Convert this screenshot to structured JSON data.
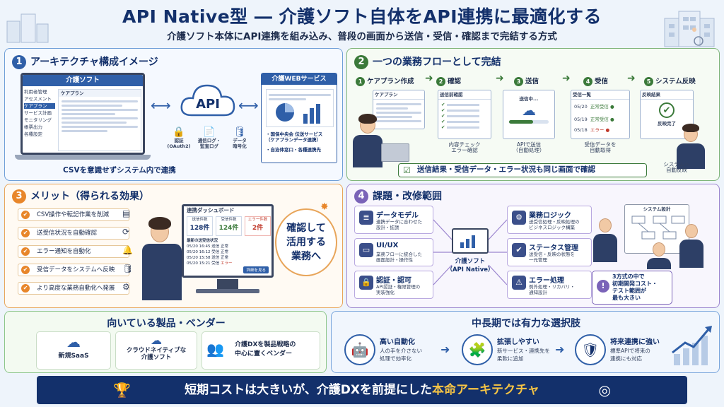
{
  "header": {
    "title": "API Native型 ― 介護ソフト自体をAPI連携に最適化する",
    "subtitle": "介護ソフト本体にAPI連携を組み込み、普段の画面から送信・受信・確認まで完結する方式"
  },
  "s1": {
    "num": "1",
    "title": "アーキテクチャ構成イメージ",
    "laptop_title": "介護ソフト",
    "menu": [
      "利用者管理",
      "アセスメント",
      "ケアプラン",
      "サービス計画",
      "モニタリング",
      "帳票出力",
      "各種設定"
    ],
    "inner_title": "ケアプラン",
    "api_label": "API",
    "api_items": [
      {
        "label": "認証\n(OAuth2)"
      },
      {
        "label": "通信ログ・\n監査ログ"
      },
      {
        "label": "データ\n暗号化"
      }
    ],
    "web_title": "介護WEBサービス",
    "web_items": [
      "・国保中央会 伝送サービス\n（ケアプランデータ連携）",
      "・自治体窓口・各種連携先"
    ],
    "caption": "CSVを意識せずシステム内で連携"
  },
  "s2": {
    "num": "2",
    "title": "一つの業務フローとして完結",
    "steps": [
      {
        "n": "1",
        "label": "ケアプラン作成"
      },
      {
        "n": "2",
        "label": "確認"
      },
      {
        "n": "3",
        "label": "送信"
      },
      {
        "n": "4",
        "label": "受信"
      },
      {
        "n": "5",
        "label": "システム反映"
      }
    ],
    "screen1_title": "ケアプラン",
    "screen2_title": "送信前確認",
    "screen2_caption": "内容チェック\nエラー確認",
    "screen3_title": "送信中...",
    "screen3_caption": "APIで送信\n（自動処理）",
    "screen4_title": "受信一覧",
    "receive_rows": [
      {
        "date": "05/20",
        "status": "正常受信"
      },
      {
        "date": "05/19",
        "status": "正常受信"
      },
      {
        "date": "05/18",
        "status": "エラー"
      }
    ],
    "screen4_caption": "受信データを\n自動取得",
    "screen5_title": "反映結果",
    "screen5_status": "反映完了",
    "screen5_caption": "システムへ\n自動反映",
    "banner": "送信結果・受信データ・エラー状況も同じ画面で確認"
  },
  "s3": {
    "num": "3",
    "title": "メリット（得られる効果）",
    "items": [
      "CSV操作や転記作業を削減",
      "送受信状況を自動確認",
      "エラー通知を自動化",
      "受信データをシステムへ反映",
      "より高度な業務自動化へ発展"
    ],
    "dash_title": "連携ダッシュボード",
    "stats": [
      {
        "label": "送信件数",
        "value": "128件"
      },
      {
        "label": "受信件数",
        "value": "124件"
      },
      {
        "label": "エラー件数",
        "value": "2件"
      }
    ],
    "dash_sub": "最新の送受信状況",
    "dash_rows": [
      {
        "date": "05/20",
        "time": "16:45",
        "c1": "送信",
        "c2": "正常"
      },
      {
        "date": "05/20",
        "time": "16:12",
        "c1": "受信",
        "c2": "正常"
      },
      {
        "date": "05/20",
        "time": "15:58",
        "c1": "送信",
        "c2": "正常"
      },
      {
        "date": "05/20",
        "time": "15:21",
        "c1": "受信",
        "c2": "エラー"
      }
    ],
    "dash_button": "詳細を見る",
    "bubble": [
      "確認して",
      "活用する",
      "業務へ"
    ]
  },
  "s4": {
    "num": "4",
    "title": "課題・改修範囲",
    "center_label": "介護ソフト\n（API Native）",
    "boxes": [
      {
        "h": "データモデル",
        "d": "連携データに合わせた\n設計・拡張",
        "icon": "≣"
      },
      {
        "h": "UI/UX",
        "d": "業務フローに統合した\n画面設計・操作性",
        "icon": "▭"
      },
      {
        "h": "認証・認可",
        "d": "API認証・権限管理の\n実装強化",
        "icon": "🔒"
      },
      {
        "h": "業務ロジック",
        "d": "送受信処理・反映処理の\nビジネスロジック構築",
        "icon": "⚙"
      },
      {
        "h": "ステータス管理",
        "d": "送受信・反映の状態を\n一元管理",
        "icon": "✔"
      },
      {
        "h": "エラー処理",
        "d": "例外処理・リカバリ・\n通知設計",
        "icon": "⚠"
      }
    ],
    "board_title": "システム設計",
    "note": "3方式の中で\n初期開発コスト・\nテスト範囲が\n最も大きい"
  },
  "s5": {
    "title": "向いている製品・ベンダー",
    "items": [
      "新規SaaS",
      "クラウドネイティブな\n介護ソフト",
      "介護DXを製品戦略の\n中心に置くベンダー"
    ]
  },
  "s6": {
    "title": "中長期では有力な選択肢",
    "items": [
      {
        "h": "高い自動化",
        "d": "人の手を介さない\n処理で効率化"
      },
      {
        "h": "拡張しやすい",
        "d": "新サービス・連携先を\n柔軟に追加"
      },
      {
        "h": "将来連携に強い",
        "d": "標準APIで将来の\n連携にも対応"
      }
    ]
  },
  "footer": {
    "text_main": "短期コストは大きいが、介護DXを前提にした",
    "text_highlight": "本命アーキテクチャ"
  },
  "colors": {
    "navy": "#13306b",
    "blue": "#2f5fa8",
    "green": "#3b7a3a",
    "orange": "#e8862a",
    "purple": "#7a63b8",
    "gold": "#f6c445"
  }
}
